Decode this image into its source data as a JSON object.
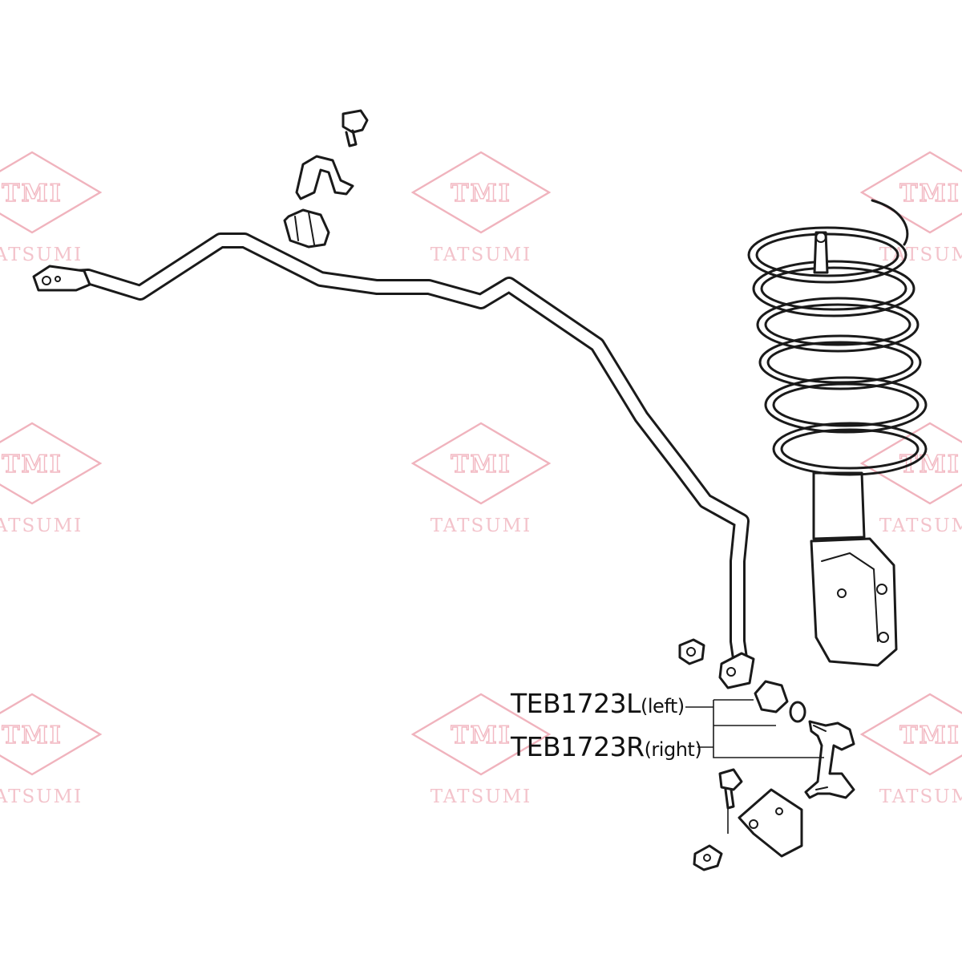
{
  "watermark": {
    "logo_text": "TMI",
    "brand_text": "TATSUMI",
    "color": "#f0b3bd"
  },
  "labels": {
    "left_part_number": "TEB1723L",
    "left_side": "(left)",
    "right_part_number": "TEB1723R",
    "right_side": "(right)"
  },
  "colors": {
    "line": "#1a1a1a",
    "background": "#ffffff"
  }
}
